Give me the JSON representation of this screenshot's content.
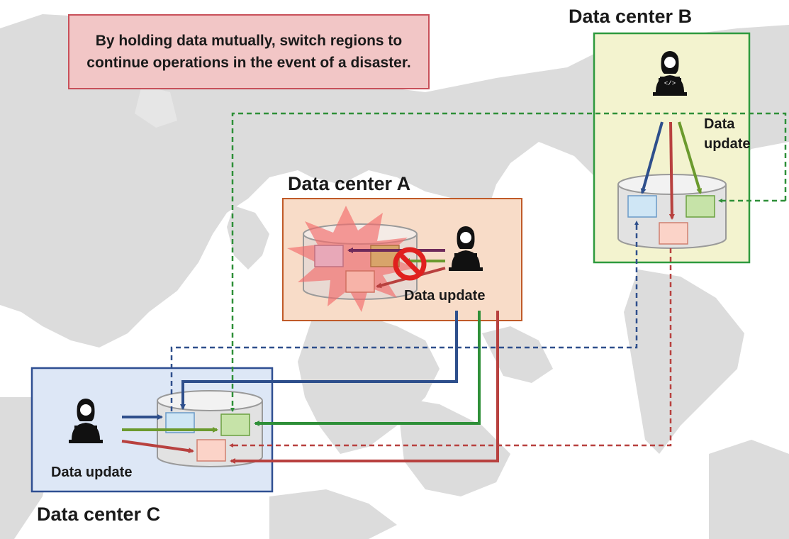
{
  "callout": {
    "text": "By holding data mutually, switch regions to continue operations in the event of a disaster."
  },
  "data_centers": {
    "a": {
      "title": "Data center A",
      "update_label": "Data update",
      "status": "failed"
    },
    "b": {
      "title": "Data center B",
      "update_label_line1": "Data",
      "update_label_line2": "update"
    },
    "c": {
      "title": "Data center C",
      "update_label": "Data update"
    }
  },
  "colors": {
    "box_a_fill": "#f8dcc8",
    "box_a_border": "#c05a28",
    "box_b_fill": "#f3f3cf",
    "box_b_border": "#2e9a3e",
    "box_c_fill": "#dde7f6",
    "box_c_border": "#2f4f92",
    "blue_link": "#2e4f8c",
    "green_link": "#2e8f38",
    "red_link": "#b8413f",
    "olive_arrow": "#6b9a2e",
    "purple_arrow": "#6e2a5a",
    "data_blue": "#cfe6f5",
    "data_green": "#c6e3a8",
    "data_red": "#fbd3c8",
    "map_land": "#dcdcdc",
    "prohibited": "#e0201e"
  },
  "icons": [
    "user-at-laptop-icon",
    "database-cylinder-icon",
    "prohibited-icon",
    "explosion-icon"
  ]
}
